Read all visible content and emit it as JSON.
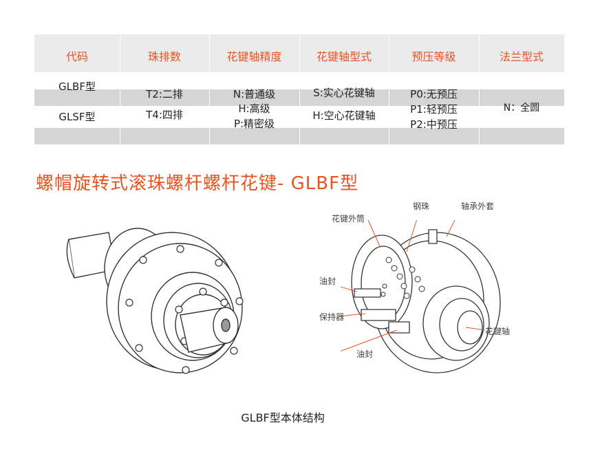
{
  "table": {
    "headers": [
      "代码",
      "珠排数",
      "花键轴精度",
      "花键轴型式",
      "预压等级",
      "法兰型式"
    ],
    "code": [
      "GLBF型",
      "GLSF型"
    ],
    "rows_count": [
      "T2:二排",
      "T4:四排"
    ],
    "precision": [
      "N:普通级",
      "H:高级",
      "P:精密级"
    ],
    "spline_type": [
      "S:实心花键轴",
      "H:空心花键轴"
    ],
    "preload": [
      "P0:无预压",
      "P1:轻预压",
      "P2:中预压"
    ],
    "flange": "N：全圆"
  },
  "title": "螺帽旋转式滚珠螺杆螺杆花键- GLBF型",
  "labels": {
    "outer_tube": "花键外筒",
    "steel_ball": "钢珠",
    "bearing_sleeve": "轴承外套",
    "oil_seal_top": "油封",
    "retainer": "保持器",
    "spline_shaft": "花键轴",
    "oil_seal_bottom": "油封"
  },
  "caption": "GLBF型本体结构",
  "colors": {
    "accent": "#e8541e",
    "header_bg": "#ebebeb",
    "band_bg": "#d5d5d5"
  }
}
